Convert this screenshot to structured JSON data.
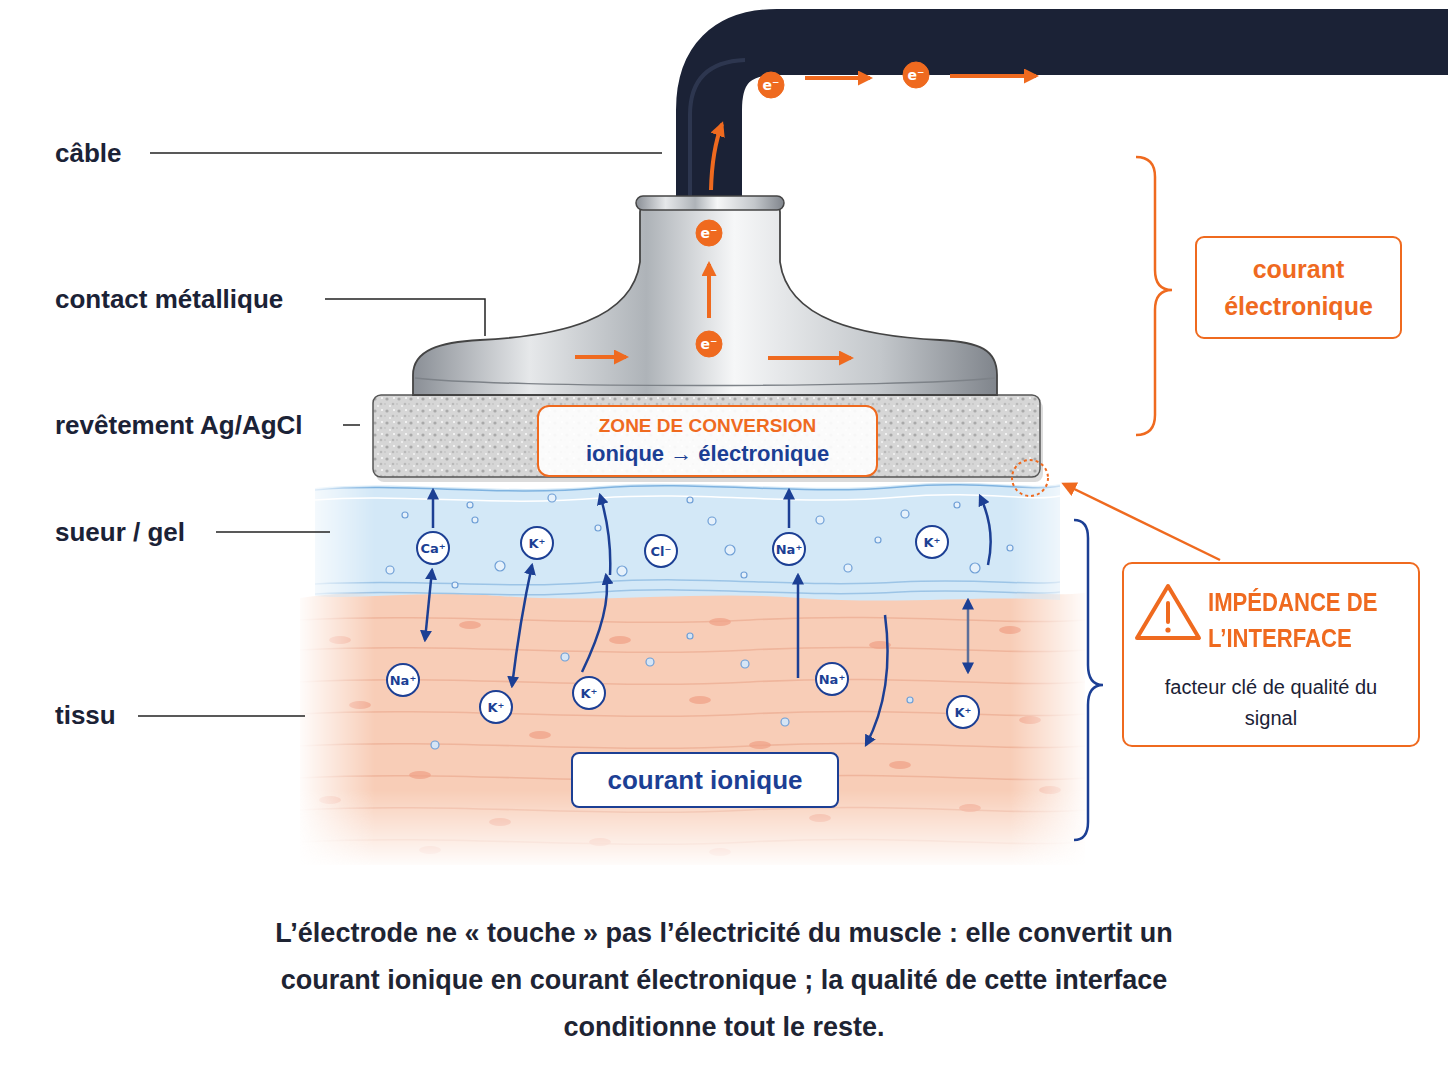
{
  "diagram": {
    "caption": "L’électrode ne « touche » pas l’électricité du muscle : elle convertit un courant ionique en courant électronique ; la qualité de cette interface conditionne tout le reste.",
    "nodes": [
      {
        "text": [
          "e⁻"
        ]
      },
      {
        "text": [
          "e⁻"
        ]
      },
      {
        "text": [
          "e⁻"
        ]
      },
      {
        "text": [
          "courant électronique"
        ]
      },
      {
        "text": [
          "e⁻"
        ]
      },
      {
        "text": [
          "ZONE DE CONVERSION",
          "ionique → électronique"
        ]
      },
      {
        "text": [
          "Ca⁺"
        ]
      },
      {
        "text": [
          "K⁺"
        ]
      },
      {
        "text": [
          "Cl⁻"
        ]
      },
      {
        "text": [
          "Na⁺"
        ]
      },
      {
        "text": [
          "K⁺"
        ]
      },
      {
        "text": [
          "IMPÉDANCE DE L’INTERFACE",
          "facteur clé de qualité du signal"
        ]
      },
      {
        "text": [
          "Na⁺"
        ]
      },
      {
        "text": [
          "K⁺"
        ]
      },
      {
        "text": [
          "K⁺"
        ]
      },
      {
        "text": [
          "Na⁺"
        ]
      },
      {
        "text": [
          "K⁺"
        ]
      },
      {
        "text": [
          "courant ionique"
        ]
      }
    ],
    "labels": [
      "câble",
      "contact métallique",
      "revêtement Ag/AgCl",
      "sueur / gel",
      "tissu"
    ]
  }
}
